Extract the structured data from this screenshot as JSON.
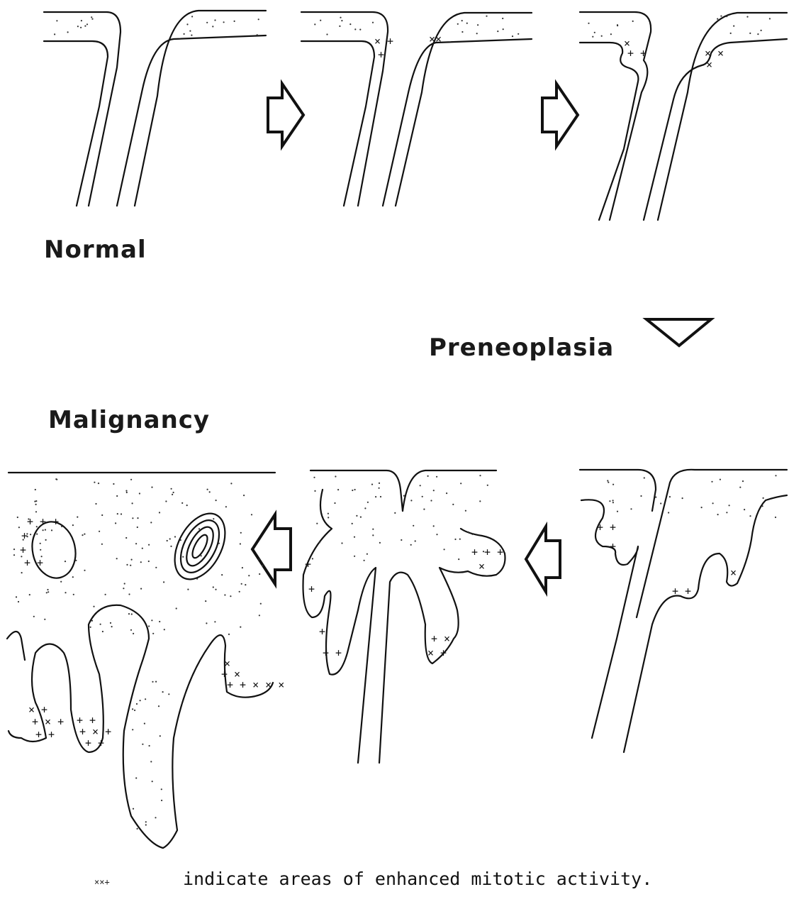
{
  "labels": {
    "normal": "Normal",
    "preneoplasia": "Preneoplasia",
    "malignancy": "Malignancy"
  },
  "legend": {
    "symbol": "××+",
    "text": "indicate areas of enhanced mitotic activity."
  }
}
